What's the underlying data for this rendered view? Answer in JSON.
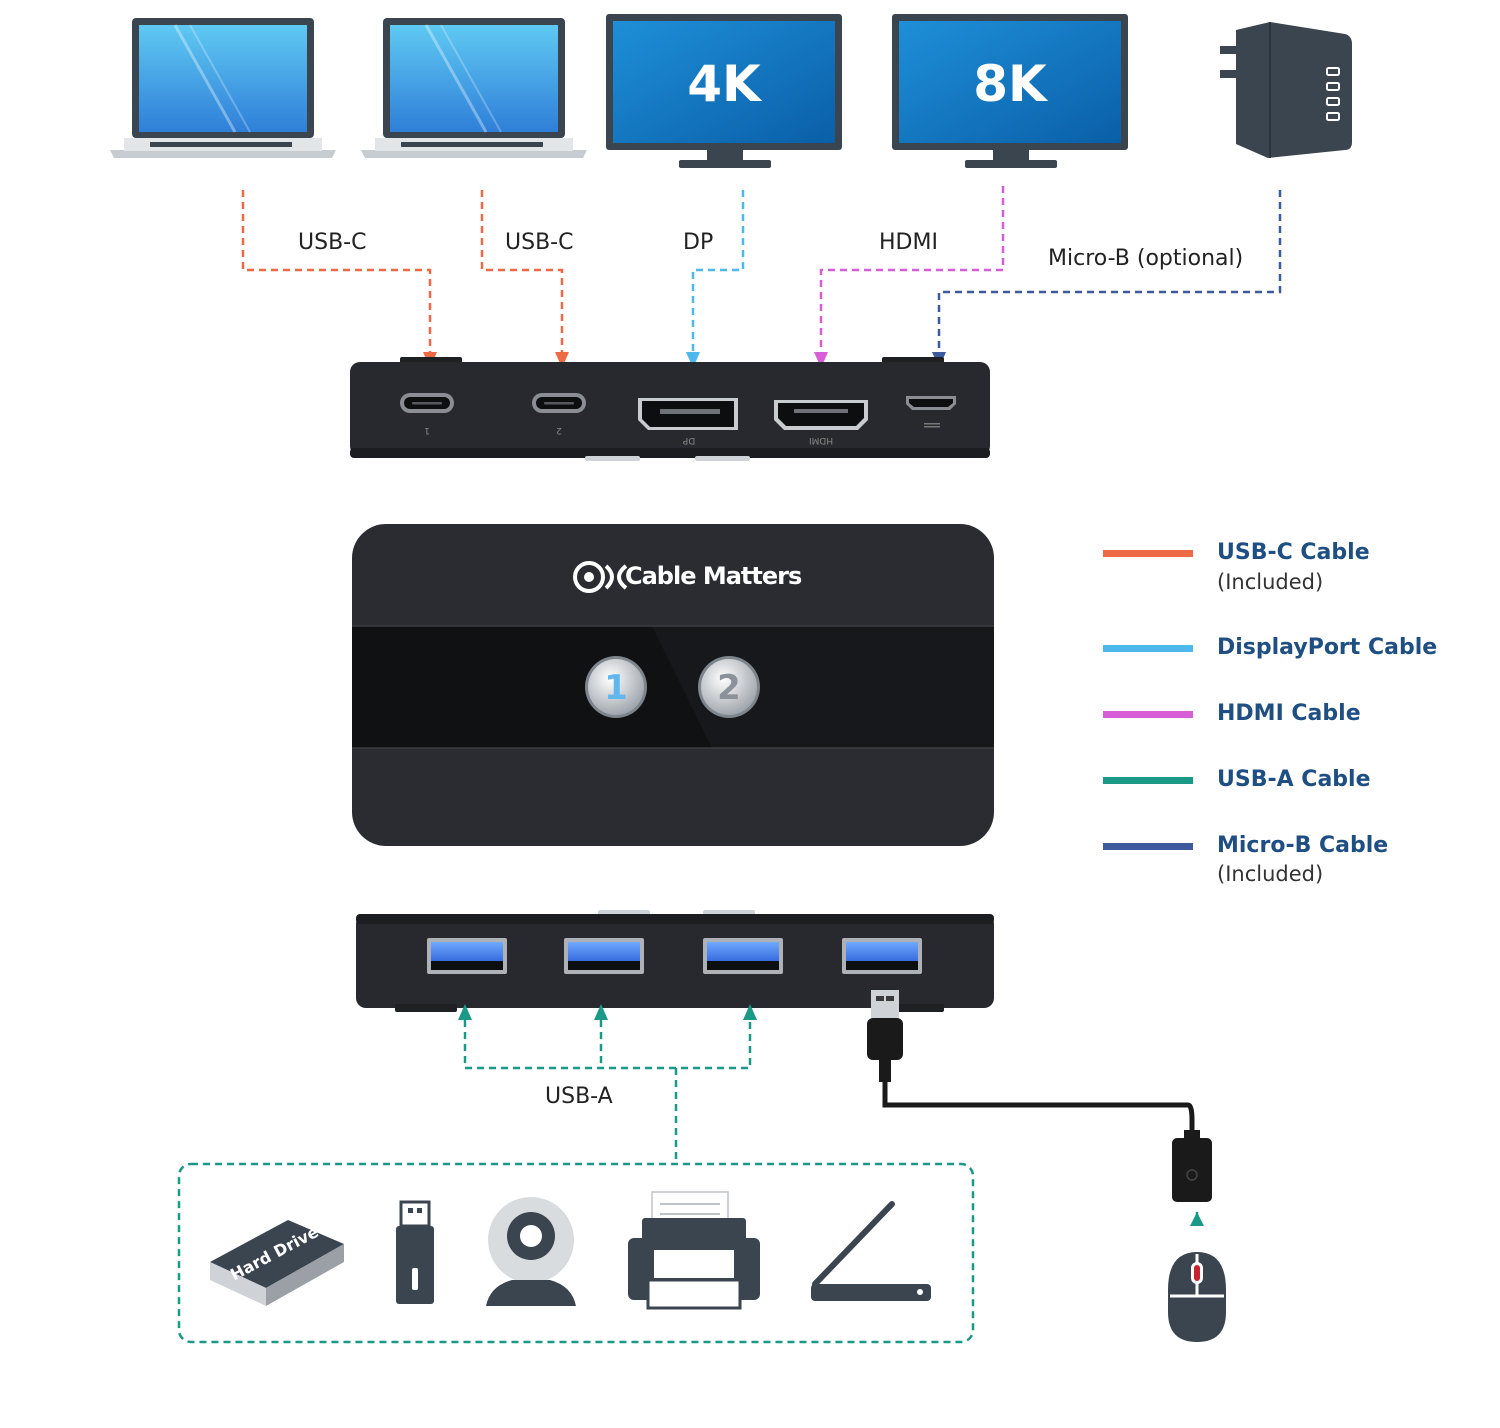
{
  "devices": {
    "monitor_1_resolution": "4K",
    "monitor_2_resolution": "8K"
  },
  "connections": {
    "usbc_1": "USB-C",
    "usbc_2": "USB-C",
    "dp": "DP",
    "hdmi": "HDMI",
    "micro_b": "Micro-B (optional)",
    "usb_a": "USB-A"
  },
  "switch": {
    "brand": "Cable Matters",
    "button_1": "1",
    "button_2": "2",
    "port_labels": [
      "1",
      "2",
      "DP",
      "HDMI"
    ]
  },
  "peripherals": {
    "hard_drive_label": "Hard Drive"
  },
  "legend": [
    {
      "title": "USB-C Cable",
      "subtitle": "(Included)",
      "color": "#ee6a45"
    },
    {
      "title": "DisplayPort Cable",
      "subtitle": "",
      "color": "#4cb8ec"
    },
    {
      "title": "HDMI Cable",
      "subtitle": "",
      "color": "#d75ed6"
    },
    {
      "title": "USB-A Cable",
      "subtitle": "",
      "color": "#1a9a86"
    },
    {
      "title": "Micro-B Cable",
      "subtitle": "(Included)",
      "color": "#3d5a9e"
    }
  ],
  "colors": {
    "usb_c": "#ee6a45",
    "displayport": "#4cb8ec",
    "hdmi": "#d75ed6",
    "usb_a": "#1a9a86",
    "micro_b": "#3d5a9e",
    "legend_text": "#1f4f82"
  }
}
